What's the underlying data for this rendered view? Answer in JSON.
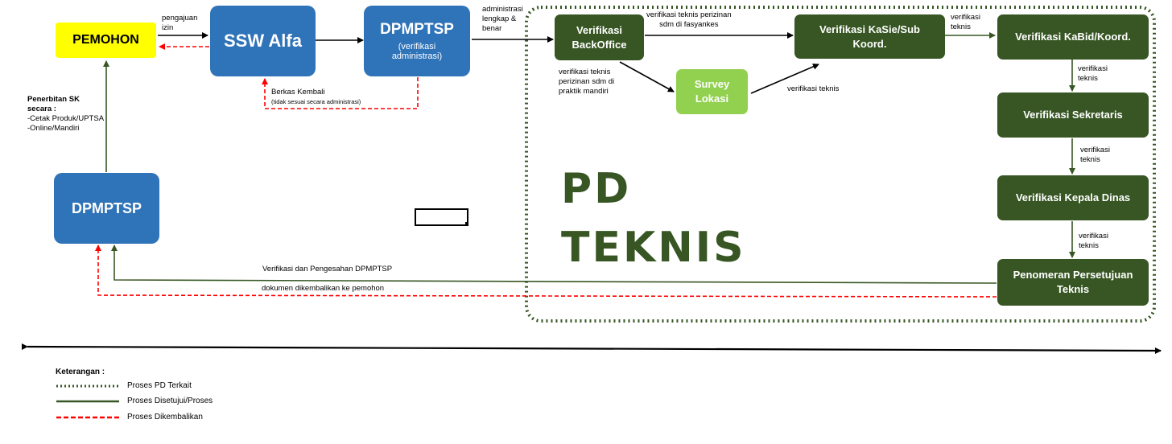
{
  "nodes": {
    "pemohon": "PEMOHON",
    "ssw": "SSW Alfa",
    "dpmptsp_verif_title": "DPMPTSP",
    "dpmptsp_verif_sub1": "(verifikasi",
    "dpmptsp_verif_sub2": "administrasi)",
    "dpmptsp": "DPMPTSP",
    "backoffice_1": "Verifikasi",
    "backoffice_2": "BackOffice",
    "survey_1": "Survey",
    "survey_2": "Lokasi",
    "kasie_1": "Verifikasi KaSie/Sub",
    "kasie_2": "Koord.",
    "kabid": "Verifikasi KaBid/Koord.",
    "sekretaris": "Verifikasi Sekretaris",
    "kadis": "Verifikasi Kepala Dinas",
    "penomeran_1": "Penomeran Persetujuan",
    "penomeran_2": "Teknis"
  },
  "pd_teknis": {
    "line1": "PD",
    "line2": "TEKNIS"
  },
  "labels": {
    "pengajuan_1": "pengajuan",
    "pengajuan_2": "izin",
    "admin_1": "administrasi",
    "admin_2": "lengkap &",
    "admin_3": "benar",
    "berkas_1": "Berkas Kembali",
    "berkas_2": "(tidak sesuai secara administrasi)",
    "sk_1": "Penerbitan SK",
    "sk_2": "secara :",
    "sk_3": "-Cetak Produk/UPTSA",
    "sk_4": "-Online/Mandiri",
    "vt_fasyankes_1": "verifikasi teknis perizinan",
    "vt_fasyankes_2": "sdm di fasyankes",
    "vt_mandiri_1": "verifikasi teknis",
    "vt_mandiri_2": "perizinan sdm di",
    "vt_mandiri_3": "praktik mandiri",
    "vt_survey": "verifikasi teknis",
    "vt_kasie_1": "verifikasi",
    "vt_kasie_2": "teknis",
    "vt_kabid_1": "verifikasi",
    "vt_kabid_2": "teknis",
    "vt_sek_1": "verifikasi",
    "vt_sek_2": "teknis",
    "vt_kadis_1": "verifikasi",
    "vt_kadis_2": "teknis",
    "pengesahan": "Verifikasi dan Pengesahan DPMPTSP",
    "dikembalikan": "dokumen dikembalikan ke pemohon"
  },
  "legend": {
    "title": "Keterangan :",
    "items": [
      "Proses PD Terkait",
      "Proses Disetujui/Proses",
      "Proses Dikembalikan"
    ]
  },
  "colors": {
    "blue": "#2f73b8",
    "dark_green": "#375623",
    "light_green": "#92d050",
    "yellow": "#ffff00",
    "red": "#ff0000"
  }
}
